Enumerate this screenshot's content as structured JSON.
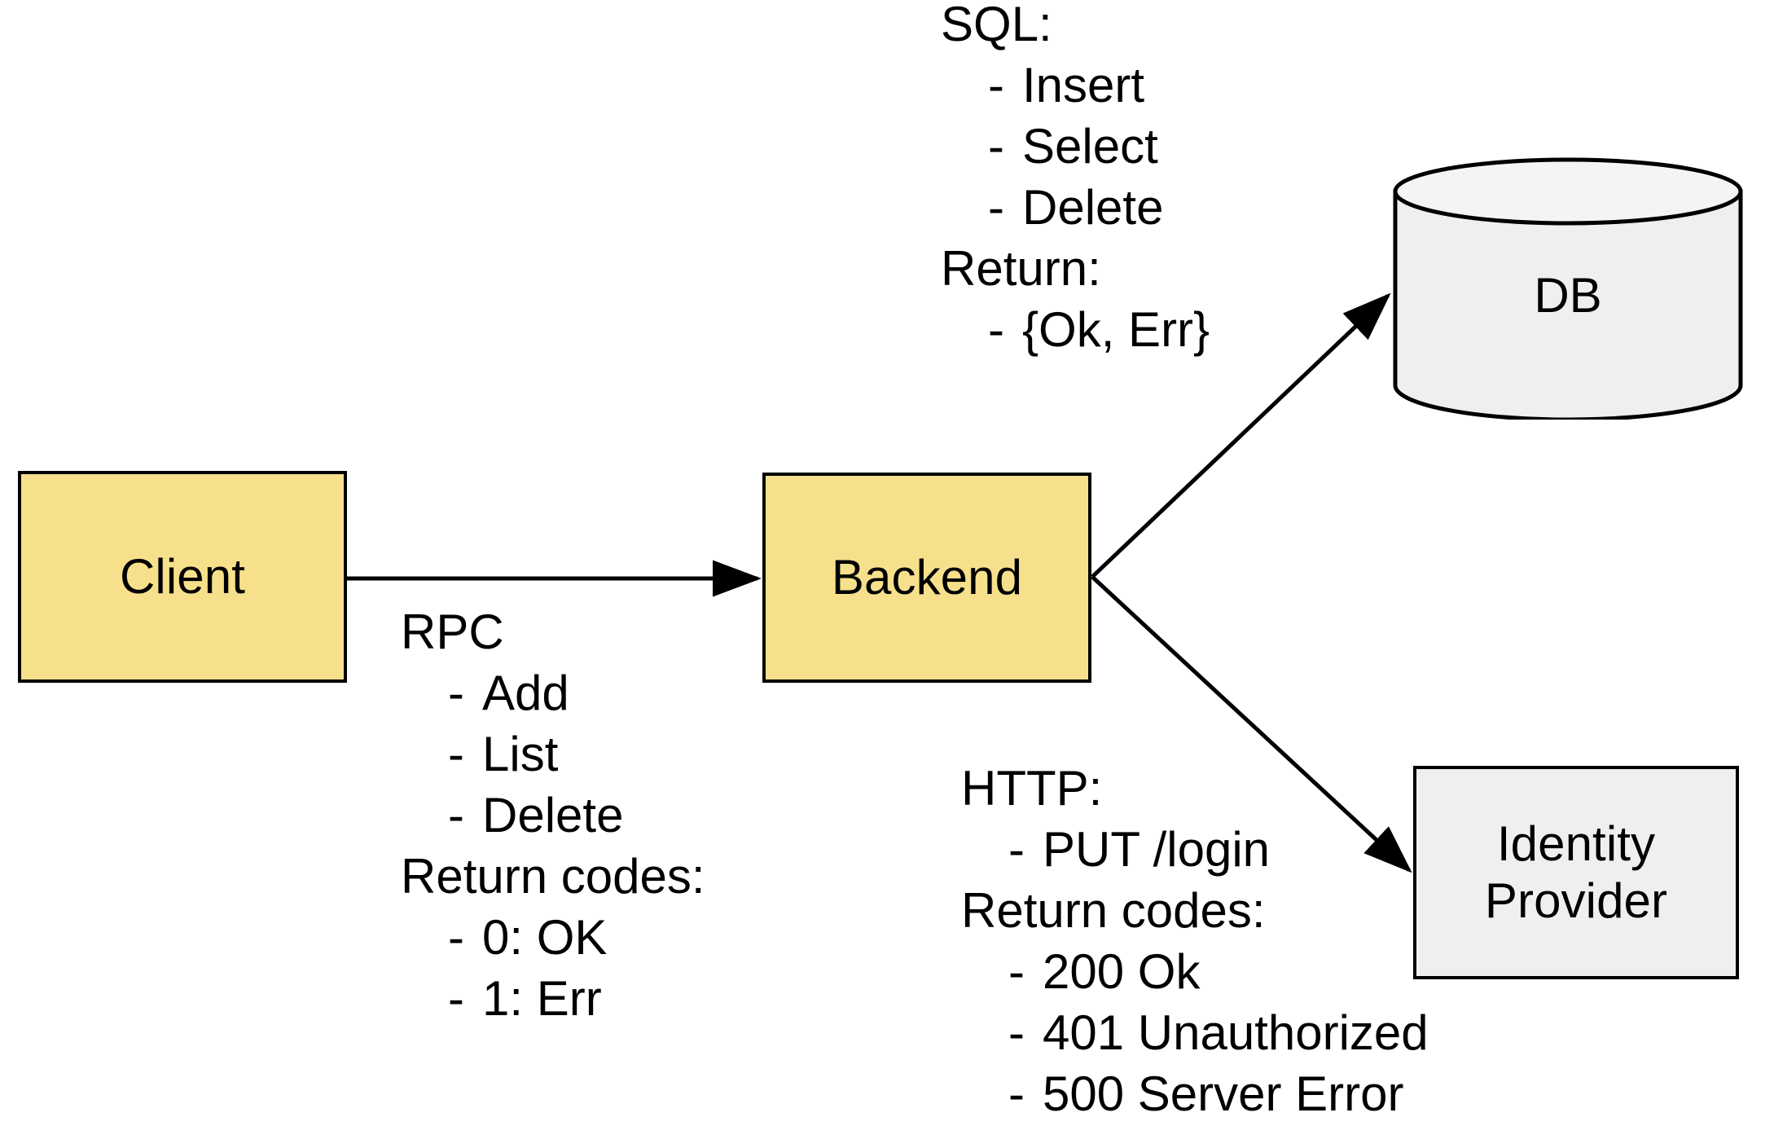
{
  "diagram": {
    "title": "Client / Backend / DB / Identity Provider architecture",
    "colors": {
      "node_yellow": "#F7E08C",
      "node_gray": "#EFEFEF",
      "stroke": "#000000",
      "background": "#FFFFFF"
    },
    "nodes": [
      {
        "id": "client",
        "label": "Client",
        "shape": "rect",
        "fill": "#F7E08C"
      },
      {
        "id": "backend",
        "label": "Backend",
        "shape": "rect",
        "fill": "#F7E08C"
      },
      {
        "id": "db",
        "label": "DB",
        "shape": "cylinder",
        "fill": "#EFEFEF"
      },
      {
        "id": "identity_provider",
        "label": "Identity\nProvider",
        "shape": "rect",
        "fill": "#EFEFEF"
      }
    ],
    "edges": [
      {
        "id": "client-to-backend",
        "from": "client",
        "to": "backend",
        "annotation": "rpc"
      },
      {
        "id": "backend-to-db",
        "from": "backend",
        "to": "db",
        "annotation": "sql"
      },
      {
        "id": "backend-to-identity-provider",
        "from": "backend",
        "to": "identity_provider",
        "annotation": "http"
      }
    ],
    "annotations": {
      "rpc": {
        "heading": "RPC",
        "items": [
          "Add",
          "List",
          "Delete"
        ],
        "subheading": "Return codes:",
        "sub_items": [
          "0: OK",
          "1: Err"
        ],
        "bullet": "-"
      },
      "sql": {
        "heading": "SQL:",
        "items": [
          "Insert",
          "Select",
          "Delete"
        ],
        "subheading": "Return:",
        "sub_items": [
          "{Ok, Err}"
        ],
        "bullet": "-"
      },
      "http": {
        "heading": "HTTP:",
        "items": [
          "PUT /login"
        ],
        "subheading": "Return codes:",
        "sub_items": [
          "200 Ok",
          "401 Unauthorized",
          "500 Server Error"
        ],
        "bullet": "-"
      }
    }
  }
}
